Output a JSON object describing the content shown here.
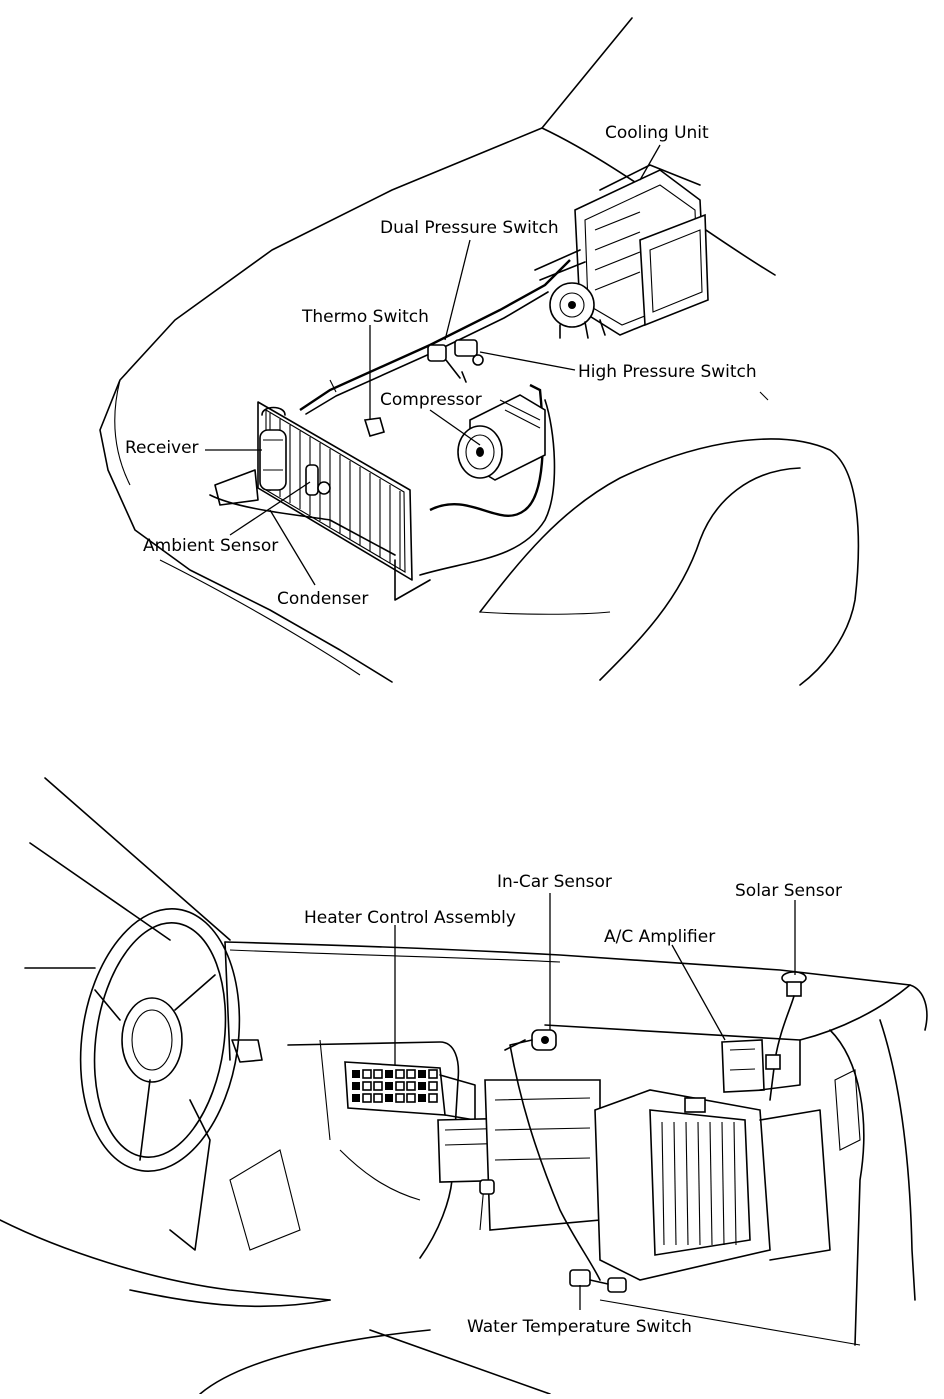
{
  "engine_bay": {
    "labels": {
      "cooling_unit": "Cooling Unit",
      "dual_pressure_switch": "Dual Pressure Switch",
      "thermo_switch": "Thermo Switch",
      "high_pressure_switch": "High Pressure Switch",
      "compressor": "Compressor",
      "receiver": "Receiver",
      "ambient_sensor": "Ambient Sensor",
      "condenser": "Condenser"
    }
  },
  "cabin": {
    "labels": {
      "in_car_sensor": "In-Car Sensor",
      "solar_sensor": "Solar Sensor",
      "heater_control_assembly": "Heater Control Assembly",
      "ac_amplifier": "A/C Amplifier",
      "water_temperature_switch": "Water Temperature Switch"
    }
  }
}
